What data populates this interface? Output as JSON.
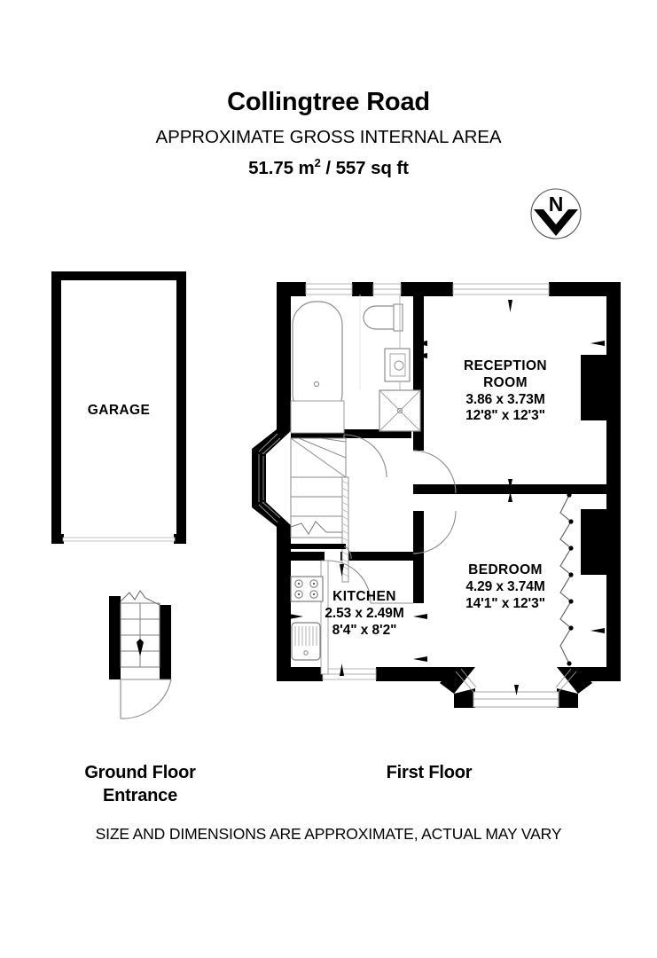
{
  "header": {
    "title": "Collingtree Road",
    "subtitle": "APPROXIMATE GROSS INTERNAL AREA",
    "area_metric": "51.75 m",
    "area_superscript": "2",
    "area_imperial": " / 557 sq ft"
  },
  "compass": {
    "label": "N",
    "icon": "compass-north-icon"
  },
  "rooms": [
    {
      "id": "garage",
      "name": "GARAGE",
      "dim_metric": "",
      "dim_imperial": ""
    },
    {
      "id": "reception",
      "name_line1": "RECEPTION",
      "name_line2": "ROOM",
      "dim_metric": "3.86 x 3.73M",
      "dim_imperial": "12'8\" x 12'3\""
    },
    {
      "id": "bedroom",
      "name": "BEDROOM",
      "dim_metric": "4.29 x 3.74M",
      "dim_imperial": "14'1\" x 12'3\""
    },
    {
      "id": "kitchen",
      "name": "KITCHEN",
      "dim_metric": "2.53 x 2.49M",
      "dim_imperial": "8'4\" x 8'2\""
    }
  ],
  "captions": {
    "ground_line1": "Ground Floor",
    "ground_line2": "Entrance",
    "first": "First Floor"
  },
  "disclaimer": "SIZE AND DIMENSIONS ARE APPROXIMATE, ACTUAL MAY VARY",
  "colors": {
    "wall": "#000000",
    "background": "#ffffff",
    "fixture_stroke": "#8c8c8c",
    "thin_line": "#9a9a9a"
  },
  "fixtures": [
    "bathtub",
    "toilet",
    "wash-basin",
    "shower-tray",
    "kitchen-hob",
    "kitchen-sink",
    "staircase",
    "bay-window",
    "chimney-breast",
    "wardrobe"
  ]
}
